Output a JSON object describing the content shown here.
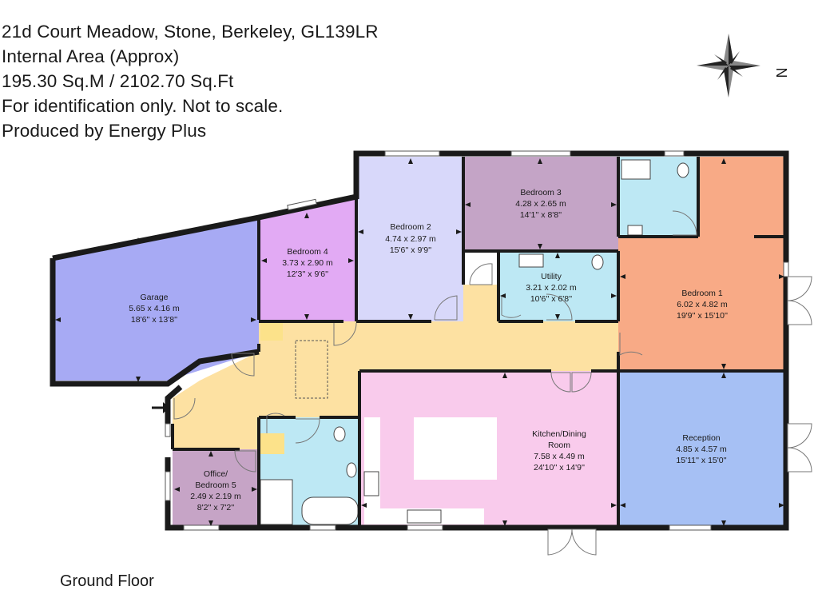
{
  "header": {
    "address": "21d Court Meadow, Stone, Berkeley, GL139LR",
    "area_title": "Internal Area (Approx)",
    "area_value": "195.30 Sq.M / 2102.70 Sq.Ft",
    "disclaimer": "For identification only. Not to scale.",
    "producer": "Produced by Energy Plus"
  },
  "compass": {
    "direction_label": "N"
  },
  "floor_name": "Ground Floor",
  "colors": {
    "garage": "#a7aaf4",
    "bedroom4": "#e2aaf4",
    "bedroom2": "#d8d8fa",
    "bedroom3": "#c4a4c6",
    "bathroom": "#bde8f4",
    "bedroom1": "#f8aa86",
    "hallway": "#fde1a2",
    "kitchen": "#f9cbec",
    "reception": "#a6c0f4",
    "office": "#c6a4c6",
    "cupboard": "#fce28a",
    "wall": "#1a1a1a"
  },
  "rooms": {
    "garage": {
      "name": "Garage",
      "dims_m": "5.65 x 4.16 m",
      "dims_ft": "18'6'' x 13'8''"
    },
    "bedroom4": {
      "name": "Bedroom 4",
      "dims_m": "3.73 x 2.90 m",
      "dims_ft": "12'3'' x 9'6''"
    },
    "bedroom2": {
      "name": "Bedroom 2",
      "dims_m": "4.74 x 2.97 m",
      "dims_ft": "15'6'' x 9'9''"
    },
    "bedroom3": {
      "name": "Bedroom 3",
      "dims_m": "4.28 x 2.65 m",
      "dims_ft": "14'1'' x 8'8''"
    },
    "utility": {
      "name": "Utility",
      "dims_m": "3.21 x 2.02 m",
      "dims_ft": "10'6'' x 6'8''"
    },
    "bedroom1": {
      "name": "Bedroom 1",
      "dims_m": "6.02 x 4.82 m",
      "dims_ft": "19'9'' x 15'10''"
    },
    "kitchen": {
      "name1": "Kitchen/Dining",
      "name2": "Room",
      "dims_m": "7.58 x 4.49 m",
      "dims_ft": "24'10'' x 14'9''"
    },
    "reception": {
      "name": "Reception",
      "dims_m": "4.85 x 4.57 m",
      "dims_ft": "15'11'' x 15'0''"
    },
    "office": {
      "name1": "Office/",
      "name2": "Bedroom 5",
      "dims_m": "2.49 x 2.19 m",
      "dims_ft": "8'2'' x 7'2''"
    }
  }
}
